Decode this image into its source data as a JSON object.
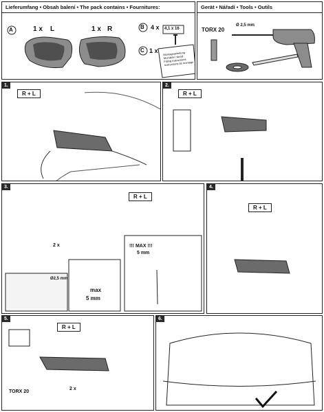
{
  "top": {
    "contents_header": "Lieferumfang • Obsah balení • The pack contains • Fournitures:",
    "tools_header": "Gerät • Nářadí • Tools • Outils",
    "item_a": {
      "letter": "A",
      "qty": "1 x",
      "side_l": "L",
      "qty2": "1 x",
      "side_r": "R"
    },
    "item_b": {
      "letter": "B",
      "qty": "4 x",
      "size": "4,1 x 16"
    },
    "item_c": {
      "letter": "C",
      "qty": "1 x",
      "leaflet_lines": [
        "Montageanleitung",
        "Montážní návod",
        "Fitting instructions",
        "Instructions de montage"
      ]
    },
    "tools": {
      "torx": "TORX 20",
      "drill": "Ø 2,5 mm"
    }
  },
  "steps": [
    {
      "num": "1.",
      "label": "R + L"
    },
    {
      "num": "2.",
      "label": "R + L"
    },
    {
      "num": "3.",
      "label": "R + L",
      "count": "2 x",
      "drill": "Ø2,5 mm",
      "max_label": "max",
      "max_value": "5 mm",
      "tape_label": "!!! MAX !!!",
      "tape_value": "5 mm"
    },
    {
      "num": "4.",
      "label": "R + L"
    },
    {
      "num": "5.",
      "label": "R + L",
      "count": "2 x",
      "torx": "TORX 20"
    },
    {
      "num": "6."
    }
  ]
}
